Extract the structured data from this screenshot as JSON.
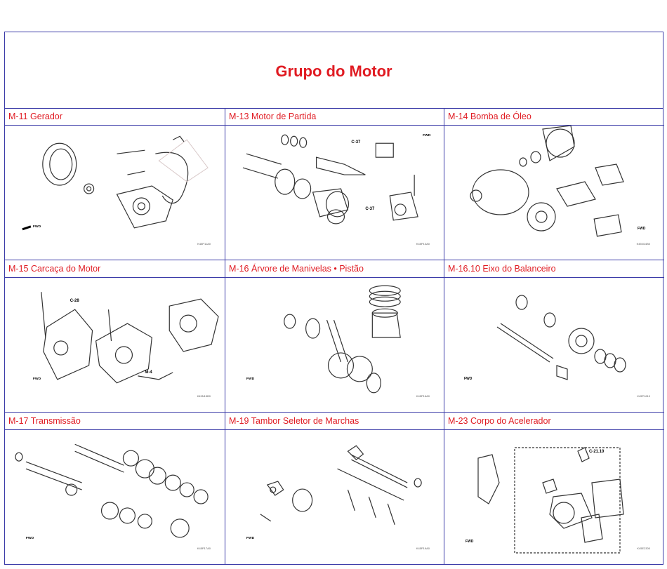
{
  "page": {
    "title": "Grupo do Motor",
    "accent_color": "#e01b22",
    "border_color": "#3b3ba8"
  },
  "sections": [
    {
      "label": "M-11 Gerador",
      "fwd": "FWD",
      "code": "K45P11A0",
      "icon": "generator-diagram"
    },
    {
      "label": "M-13 Motor de Partida",
      "fwd": "FWD",
      "code": "K45P13A0",
      "icon": "starter-motor-diagram"
    },
    {
      "label": "M-14 Bomba de Óleo",
      "fwd": "FWD",
      "code": "K45N14B0",
      "icon": "oil-pump-diagram"
    },
    {
      "label": "M-15 Carcaça do Motor",
      "fwd": "FWD",
      "code": "K45N15B0",
      "icon": "crankcase-diagram"
    },
    {
      "label": "M-16 Árvore de Manivelas • Pistão",
      "fwd": "FWD",
      "code": "K45P16A0",
      "icon": "crankshaft-piston-diagram"
    },
    {
      "label": "M-16.10 Eixo do Balanceiro",
      "fwd": "FWD",
      "code": "K45P1610",
      "icon": "balancer-shaft-diagram"
    },
    {
      "label": "M-17 Transmissão",
      "fwd": "FWD",
      "code": "K45P17A0",
      "icon": "transmission-diagram"
    },
    {
      "label": "M-19 Tambor Seletor de Marchas",
      "fwd": "FWD",
      "code": "K45P19A0",
      "icon": "shift-drum-diagram"
    },
    {
      "label": "M-23 Corpo do Acelerador",
      "fwd": "FWD",
      "code": "K45E2300",
      "icon": "throttle-body-diagram"
    }
  ]
}
